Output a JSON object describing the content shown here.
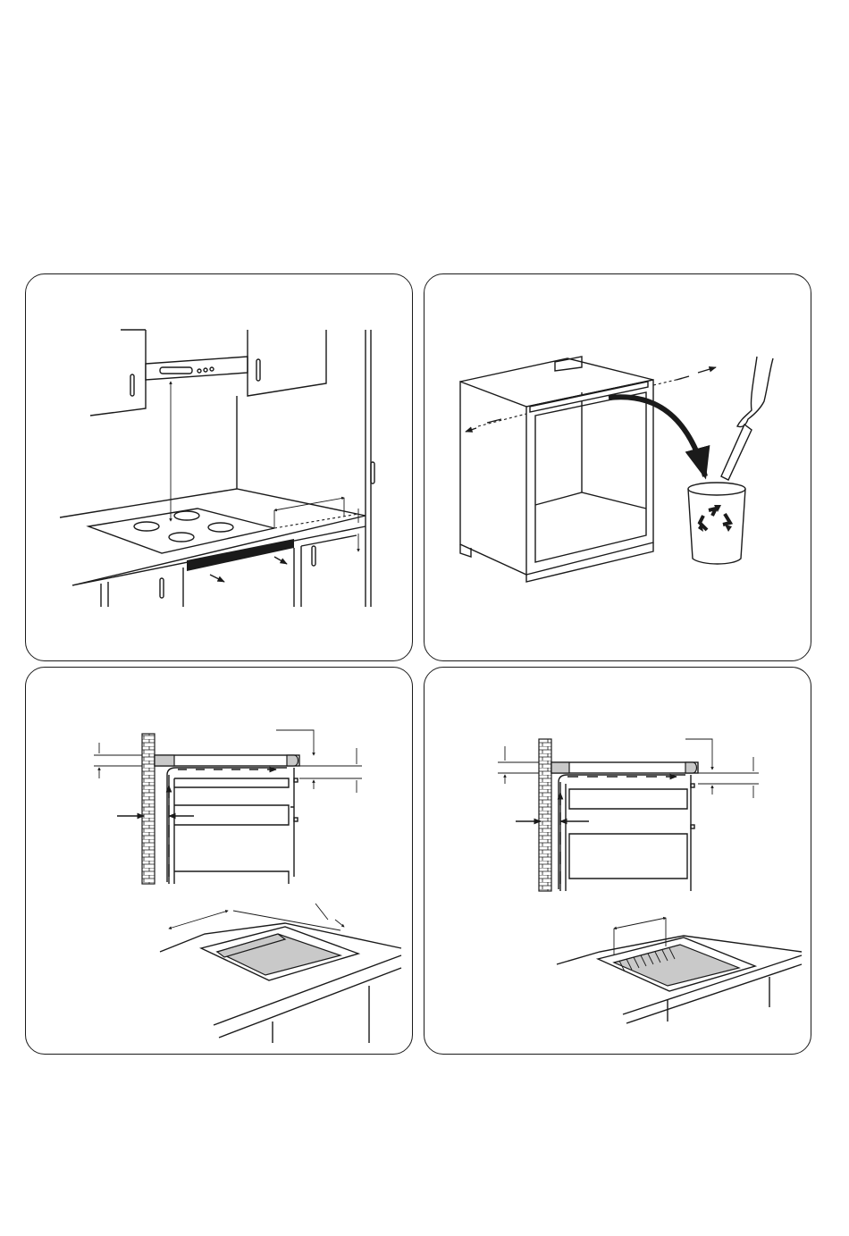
{
  "panels": [
    {
      "id": "hob-installation",
      "icons": [
        "hood-icon",
        "hob-icon",
        "dimension-arrow-icon",
        "ventilation-arrow-icon"
      ]
    },
    {
      "id": "cabinet-crossbar-removal",
      "icons": [
        "cabinet-icon",
        "screw-icon",
        "hand-icon",
        "recycle-bin-icon"
      ]
    },
    {
      "id": "ventilation-drawer-front",
      "icons": [
        "wall-icon",
        "airflow-arrow-icon",
        "cutout-icon"
      ]
    },
    {
      "id": "ventilation-oven",
      "icons": [
        "wall-icon",
        "airflow-arrow-icon",
        "cutout-icon"
      ]
    }
  ],
  "colors": {
    "line": "#1a1a1a",
    "grey_fill": "#c9c9c9",
    "background": "#ffffff"
  }
}
